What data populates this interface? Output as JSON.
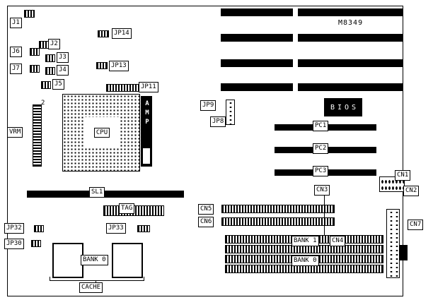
{
  "diagram": {
    "model": "M8349",
    "vrm_note": "2"
  },
  "labels": {
    "j1": "J1",
    "j2": "J2",
    "j3": "J3",
    "j4": "J4",
    "j5": "J5",
    "j6": "J6",
    "j7": "J7",
    "jp8": "JP8",
    "jp9": "JP9",
    "jp11": "JP11",
    "jp13": "JP13",
    "jp14": "JP14",
    "jp30": "JP30",
    "jp32": "JP32",
    "jp33": "JP33",
    "vrm": "VRM",
    "cpu": "CPU",
    "amp": "AMP",
    "bios": "BIOS",
    "pc1": "PC1",
    "pc2": "PC2",
    "pc3": "PC3",
    "cn1": "CN1",
    "cn2": "CN2",
    "cn3": "CN3",
    "cn4": "CN4",
    "cn5": "CN5",
    "cn6": "CN6",
    "cn7": "CN7",
    "sl1": "SL1",
    "tag": "TAG",
    "bank1": "BANK 1",
    "bank0_simm": "BANK 0",
    "bank0_cache": "BANK 0",
    "cache": "CACHE"
  }
}
